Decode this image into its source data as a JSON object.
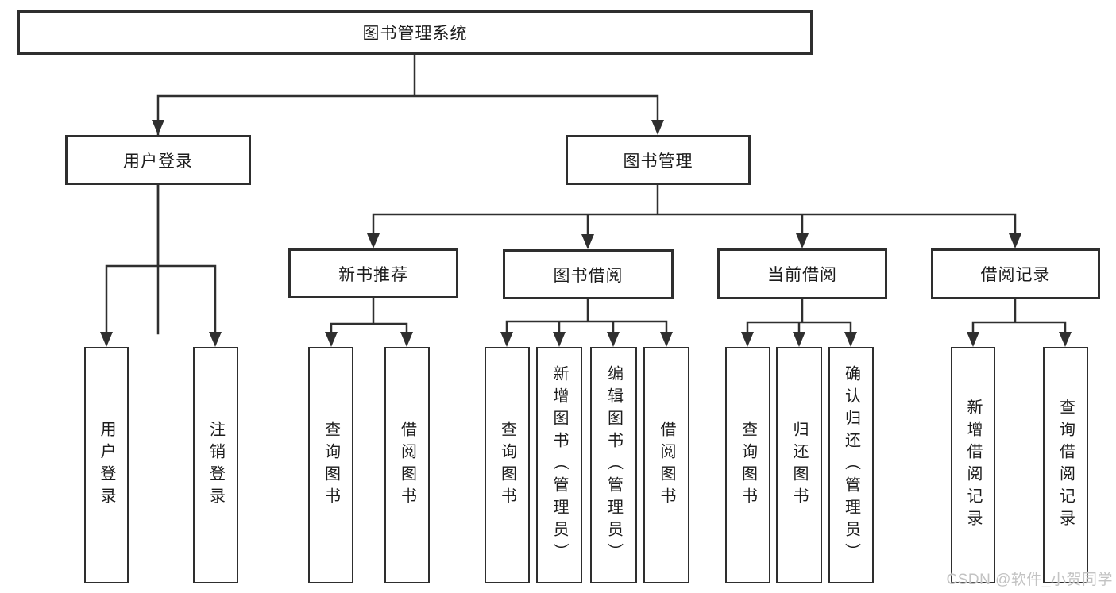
{
  "diagram": {
    "type": "hierarchy-tree",
    "watermark": "CSDN @软件_小贺同学",
    "colors": {
      "background": "#ffffff",
      "line": "#2f2f2f",
      "box_border": "#2e2e2e",
      "text": "#1c1c1c",
      "watermark": "#c3c3c3"
    },
    "root": {
      "label": "图书管理系统"
    },
    "level1": [
      {
        "label": "用户登录"
      },
      {
        "label": "图书管理"
      }
    ],
    "level2": [
      {
        "label": "新书推荐",
        "parent": "图书管理"
      },
      {
        "label": "图书借阅",
        "parent": "图书管理"
      },
      {
        "label": "当前借阅",
        "parent": "图书管理"
      },
      {
        "label": "借阅记录",
        "parent": "图书管理"
      }
    ],
    "leaves": [
      {
        "label": "用户登录",
        "parent": "用户登录"
      },
      {
        "label": "注销登录",
        "parent": "用户登录"
      },
      {
        "label": "查询图书",
        "parent": "新书推荐"
      },
      {
        "label": "借阅图书",
        "parent": "新书推荐"
      },
      {
        "label": "查询图书",
        "parent": "图书借阅"
      },
      {
        "label": "新增图书（管理员）",
        "parent": "图书借阅"
      },
      {
        "label": "编辑图书（管理员）",
        "parent": "图书借阅"
      },
      {
        "label": "借阅图书",
        "parent": "图书借阅"
      },
      {
        "label": "查询图书",
        "parent": "当前借阅"
      },
      {
        "label": "归还图书",
        "parent": "当前借阅"
      },
      {
        "label": "确认归还（管理员）",
        "parent": "当前借阅"
      },
      {
        "label": "新增借阅记录",
        "parent": "借阅记录"
      },
      {
        "label": "查询借阅记录",
        "parent": "借阅记录"
      }
    ]
  }
}
